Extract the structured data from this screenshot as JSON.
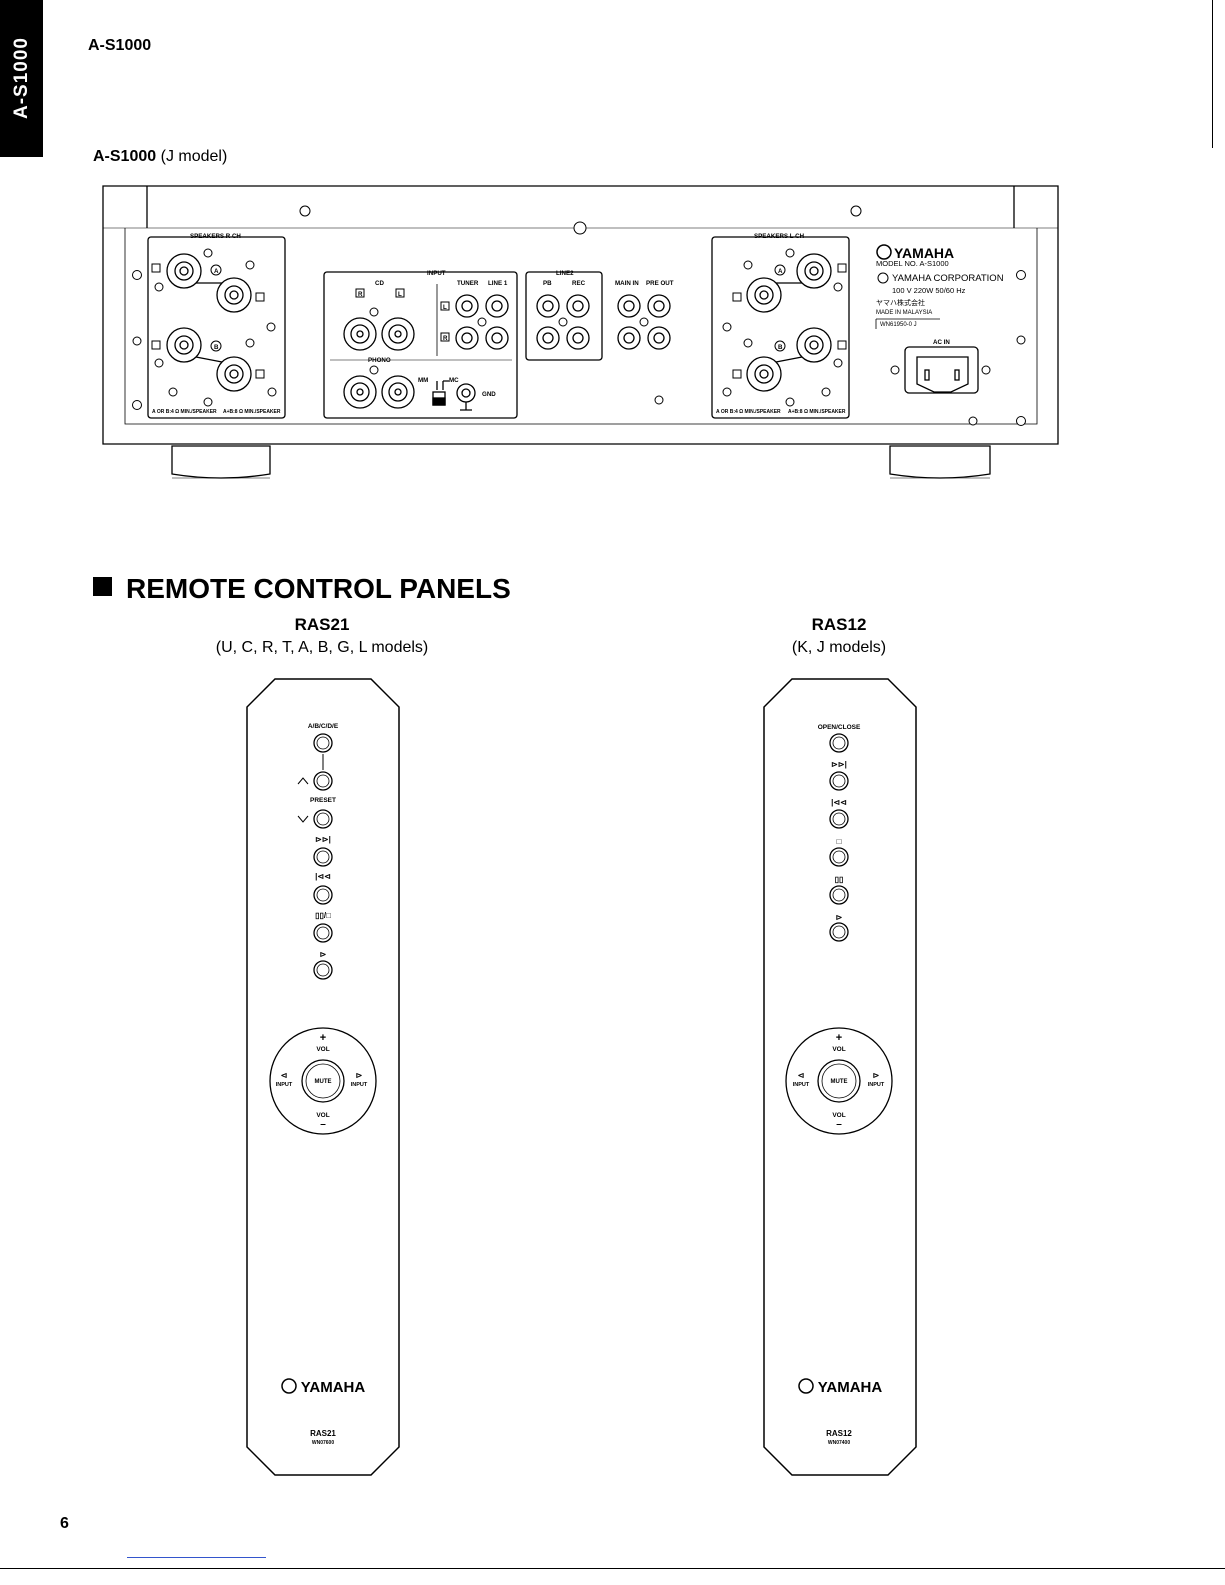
{
  "side_tab": "A-S1000",
  "header_model": "A-S1000",
  "panel_caption": {
    "model": "A-S1000",
    "variant": "(J model)"
  },
  "rear_panel": {
    "speakers_r": "SPEAKERS  R CH",
    "speakers_l": "SPEAKERS  L CH",
    "input": "INPUT",
    "cd": "CD",
    "tuner": "TUNER",
    "line1": "LINE 1",
    "line2": "LINE2",
    "pb": "PB",
    "rec": "REC",
    "main_in": "MAIN IN",
    "pre_out": "PRE OUT",
    "phono": "PHONO",
    "mm": "MM",
    "mc": "MC",
    "gnd": "GND",
    "ch_l": "L",
    "ch_r": "R",
    "term_a": "A",
    "term_b": "B",
    "spk_note_1": "A OR B:4 Ω MIN./SPEAKER",
    "spk_note_2": "A+B:8 Ω MIN./SPEAKER",
    "brand": "YAMAHA",
    "model_no": "MODEL NO.  A-S1000",
    "corporation": "YAMAHA CORPORATION",
    "power": "100 V   220W    50/60 Hz",
    "jp_corp": "ヤマハ株式会社",
    "made_in": "MADE IN MALAYSIA",
    "part_code": "WN61950-0  J",
    "ac_in": "AC IN"
  },
  "section_title": "REMOTE CONTROL PANELS",
  "remotes": [
    {
      "name": "RAS21",
      "models": "(U, C, R, T, A, B, G, L models)",
      "buttons": [
        "A/B/C/D/E",
        "PRESET",
        "⊳⊳|",
        "|⊲⊲",
        "▯▯/□",
        "⊳"
      ],
      "vol": "VOL",
      "input": "INPUT",
      "mute": "MUTE",
      "brand": "YAMAHA",
      "code": "RAS21",
      "part": "WN07600"
    },
    {
      "name": "RAS12",
      "models": "(K, J models)",
      "buttons": [
        "OPEN/CLOSE",
        "⊳⊳|",
        "|⊲⊲",
        "□",
        "▯▯",
        "⊳"
      ],
      "vol": "VOL",
      "input": "INPUT",
      "mute": "MUTE",
      "brand": "YAMAHA",
      "code": "RAS12",
      "part": "WN07400"
    }
  ],
  "page_number": "6"
}
